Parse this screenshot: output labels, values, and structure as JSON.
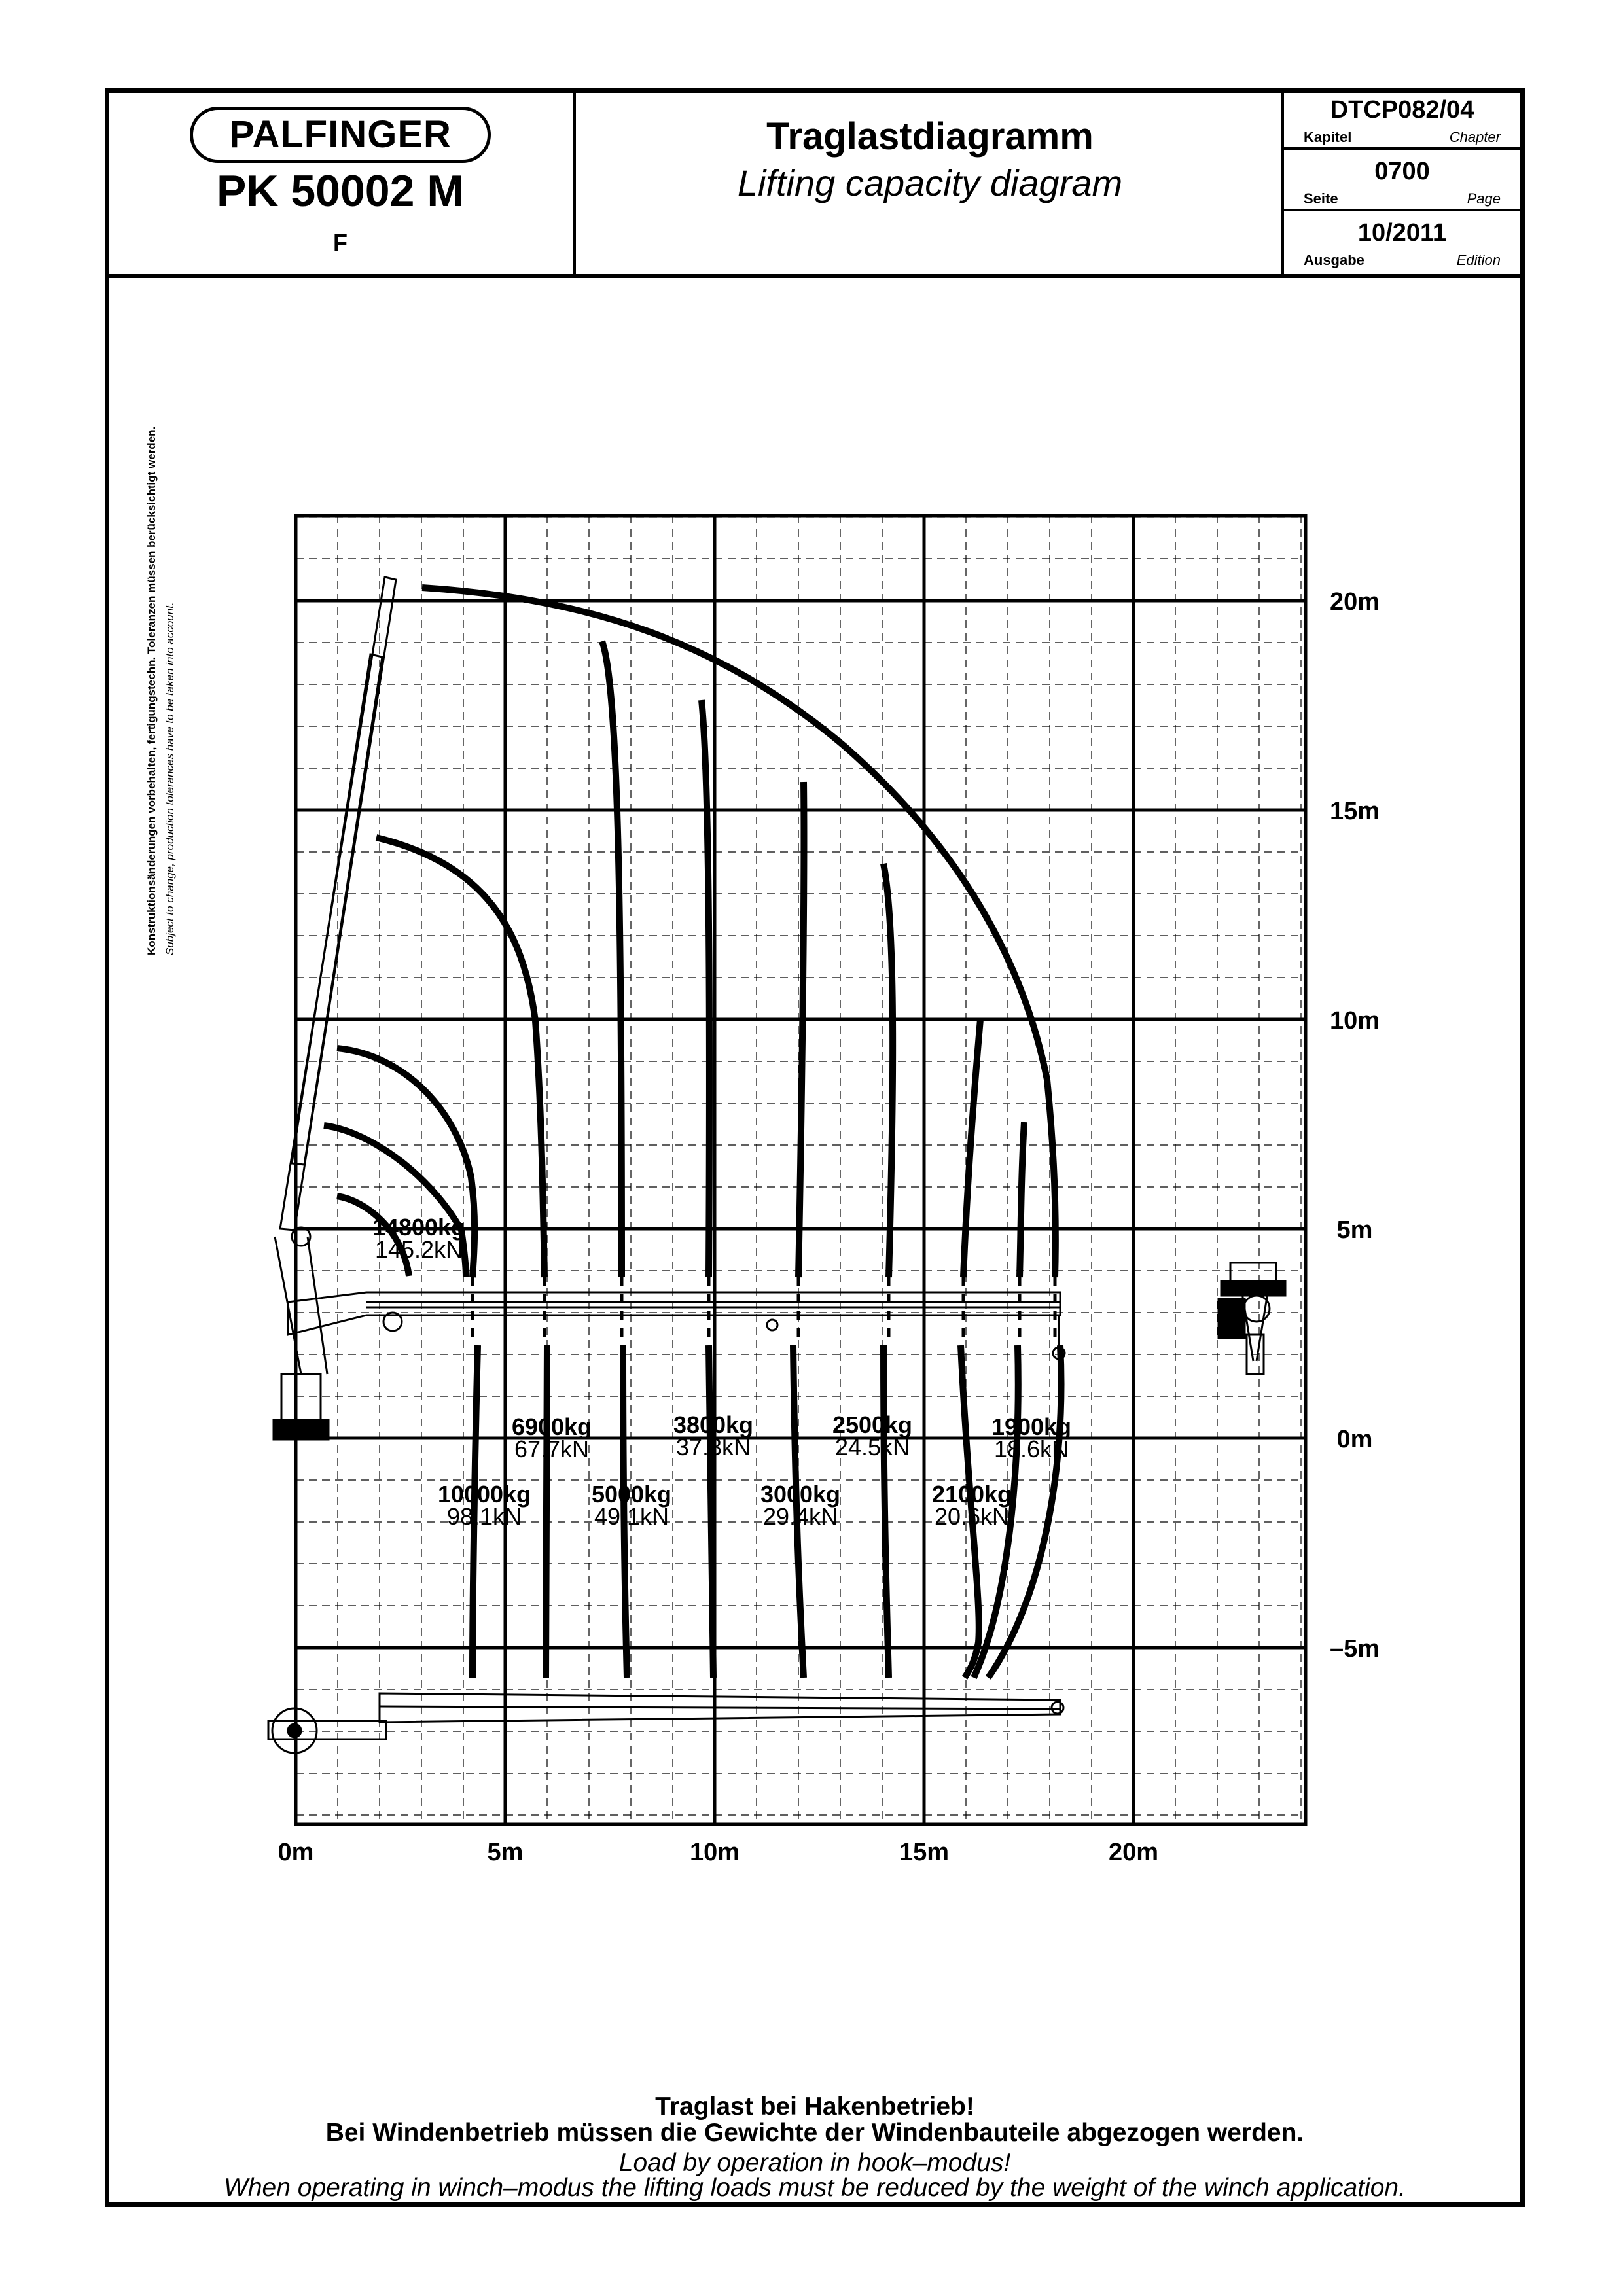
{
  "header": {
    "brand": "PALFINGER",
    "model": "PK 50002 M",
    "variant": "F",
    "title_de": "Traglastdiagramm",
    "title_en": "Lifting capacity diagram",
    "chapter_value": "DTCP082/04",
    "chapter_de": "Kapitel",
    "chapter_en": "Chapter",
    "page_value": "0700",
    "page_de": "Seite",
    "page_en": "Page",
    "edition_value": "10/2011",
    "edition_de": "Ausgabe",
    "edition_en": "Edition"
  },
  "side_note": {
    "de": "Konstruktionsänderungen vorbehalten, fertigungstechn. Toleranzen müssen berücksichtigt werden.",
    "en": "Subject to change, production tolerances have to be taken into account."
  },
  "diagram": {
    "x_ticks": [
      "0m",
      "5m",
      "10m",
      "15m",
      "20m"
    ],
    "y_ticks": [
      "20m",
      "15m",
      "10m",
      "5m",
      "0m",
      "–5m"
    ],
    "loads": [
      {
        "kg": "14800kg",
        "kn": "145.2kN"
      },
      {
        "kg": "10000kg",
        "kn": "98.1kN"
      },
      {
        "kg": "6900kg",
        "kn": "67.7kN"
      },
      {
        "kg": "5000kg",
        "kn": "49.1kN"
      },
      {
        "kg": "3800kg",
        "kn": "37.3kN"
      },
      {
        "kg": "3000kg",
        "kn": "29.4kN"
      },
      {
        "kg": "2500kg",
        "kn": "24.5kN"
      },
      {
        "kg": "2100kg",
        "kn": "20.6kN"
      },
      {
        "kg": "1900kg",
        "kn": "18.6kN"
      }
    ]
  },
  "footer": {
    "line1_de": "Traglast bei Hakenbetrieb!",
    "line2_de": "Bei Windenbetrieb müssen die Gewichte der Windenbauteile abgezogen werden.",
    "line1_en": "Load by operation in hook–modus!",
    "line2_en": "When operating in winch–modus the lifting loads must be reduced by the weight of the winch application."
  }
}
